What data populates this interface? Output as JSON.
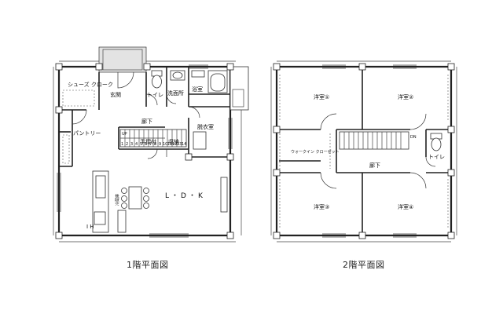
{
  "floor1": {
    "caption": "1階平面図",
    "rooms": {
      "shoes": "シューズ クローク",
      "entrance": "玄関",
      "toilet": "トイレ",
      "washroom": "洗面所",
      "bath": "浴室",
      "hallway": "廊下",
      "pantry": "パントリー",
      "handrail": "手摺付",
      "storage": "収納",
      "dressing": "脱衣室",
      "up": "UP",
      "ldk": "L・D・K",
      "ih": "I H",
      "fridge": "冷蔵庫"
    },
    "stair_steps": [
      "1",
      "2",
      "3",
      "4",
      "5",
      "6",
      "7",
      "8",
      "9",
      "10",
      "11",
      "12",
      "13",
      "14"
    ]
  },
  "floor2": {
    "caption": "2階平面図",
    "rooms": {
      "room1": "洋室①",
      "room2": "洋室②",
      "room3": "洋室③",
      "room4": "洋室④",
      "walkin": "ウォークイン クローゼット",
      "hallway": "廊下",
      "toilet": "トイレ",
      "down": "DN"
    }
  }
}
